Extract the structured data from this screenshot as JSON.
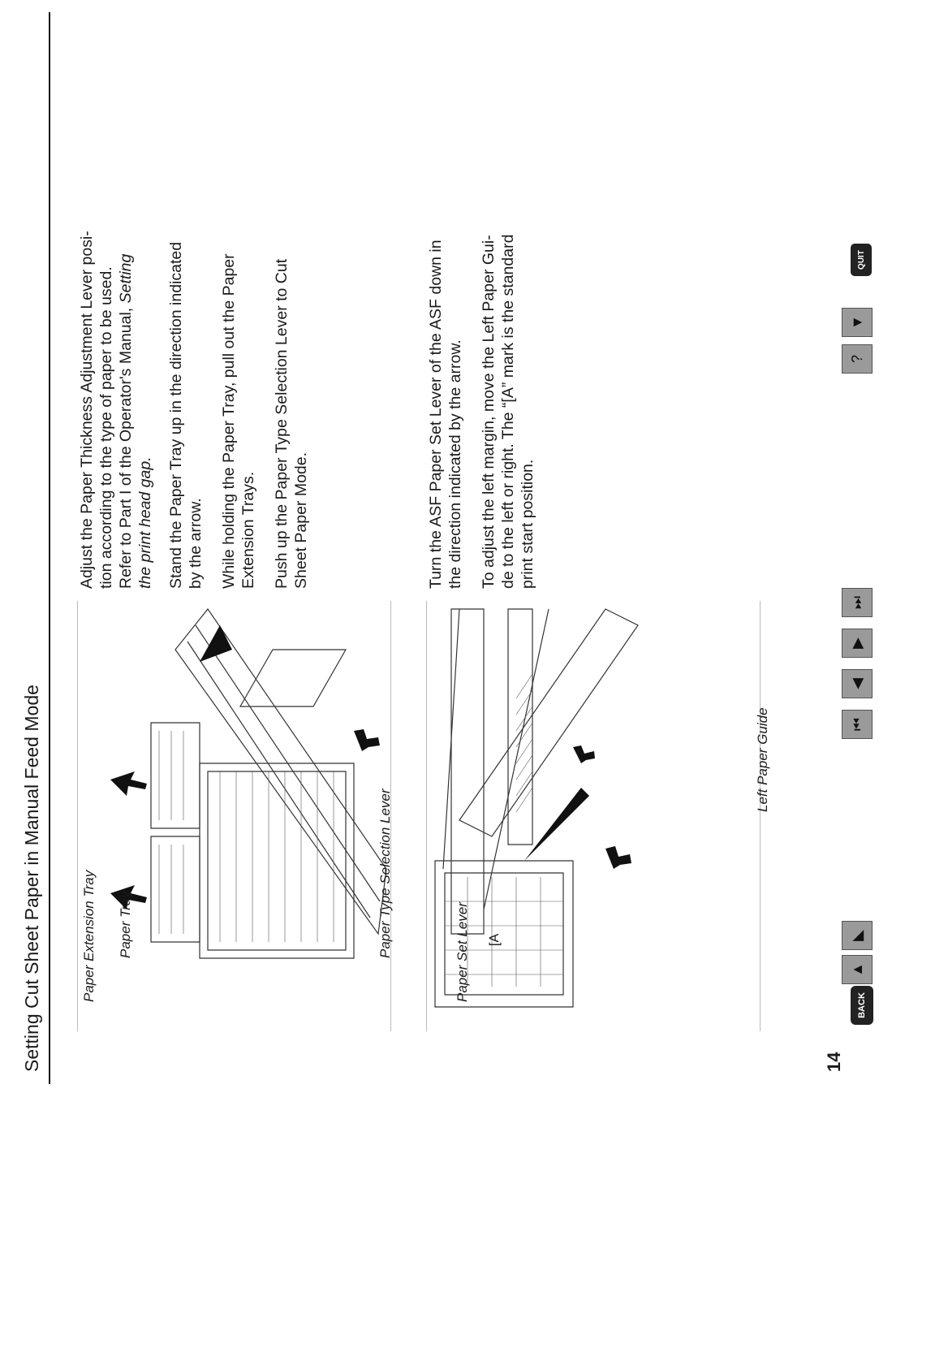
{
  "header": {
    "title": "Setting Cut Sheet Paper in Manual Feed Mode"
  },
  "page_number": "14",
  "figure1": {
    "labels": {
      "extension_tray": "Paper Extension Tray",
      "paper_tray": "Paper Tray",
      "type_lever": "Paper Type Selection Lever"
    }
  },
  "figure2": {
    "labels": {
      "set_lever": "Paper Set Lever",
      "left_guide": "Left Paper Guide",
      "mark": "[A"
    }
  },
  "steps": {
    "p1_a": "Adjust the Paper Thickness Adjustment Lever posi-",
    "p1_b": "tion according to the type of paper to be used.",
    "p1_c": "Refer to Part I of the Operator's Manual,",
    "p1_c_italic": "Setting",
    "p1_d_italic": "the print head gap.",
    "p2_a": "Stand the Paper Tray up in the direction indicated",
    "p2_b": "by the arrow.",
    "p3_a": "While holding the Paper Tray, pull out the Paper",
    "p3_b": "Extension Trays.",
    "p4_a": "Push up the Paper Type Selection Lever to Cut",
    "p4_b": "Sheet Paper Mode.",
    "p5_a": "Turn the ASF Paper Set Lever of the ASF down in",
    "p5_b": "the direction indicated by the arrow.",
    "p6_a": "To adjust the left margin, move the Left Paper Gui-",
    "p6_b": "de to the left or right. The “[A” mark is the standard",
    "p6_c": "print start position."
  },
  "nav": {
    "back_label": "BACK",
    "quit_label": "QUIT",
    "icons": [
      "back-up-arrow-icon",
      "back-down-arrow-icon",
      "first-page-icon",
      "previous-page-icon",
      "next-page-icon",
      "last-page-icon",
      "help-icon",
      "down-arrow-icon"
    ]
  }
}
